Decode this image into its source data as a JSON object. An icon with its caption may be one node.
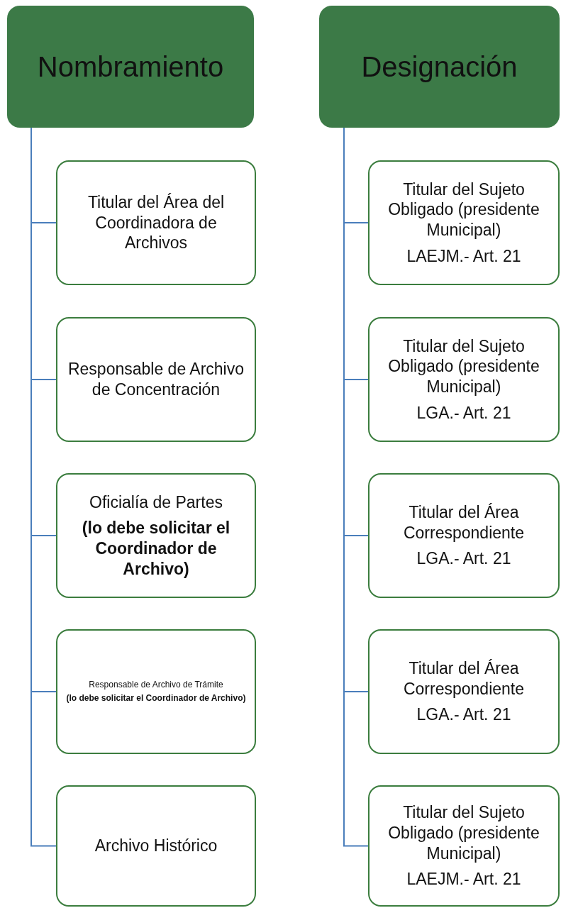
{
  "diagram": {
    "nodes": [
      {
        "text": [
          "Nombramiento"
        ]
      },
      {
        "text": [
          "Titular del Área del Coordinadora de Archivos"
        ]
      },
      {
        "text": [
          "Responsable de Archivo de Concentración"
        ]
      },
      {
        "text": [
          "Oficialía de Partes",
          "(lo debe solicitar el Coordinador de Archivo)"
        ]
      },
      {
        "text": [
          "Responsable de Archivo de Trámite",
          "(lo debe solicitar el Coordinador de Archivo)"
        ]
      },
      {
        "text": [
          "Archivo Histórico"
        ]
      },
      {
        "text": [
          "Designación"
        ]
      },
      {
        "text": [
          "Titular del Sujeto Obligado (presidente Municipal)",
          "LAEJM.- Art. 21"
        ]
      },
      {
        "text": [
          "Titular del Sujeto Obligado (presidente Municipal)",
          "LGA.- Art. 21"
        ]
      },
      {
        "text": [
          "Titular del Área Correspondiente",
          "LGA.- Art. 21"
        ]
      },
      {
        "text": [
          "Titular del Área Correspondiente",
          "LGA.- Art. 21"
        ]
      },
      {
        "text": [
          "Titular del Sujeto Obligado (presidente Municipal)",
          "LAEJM.- Art. 21"
        ]
      }
    ],
    "edges": [
      {
        "from": 0,
        "to": 1,
        "arrow": "none"
      },
      {
        "from": 0,
        "to": 2,
        "arrow": "none"
      },
      {
        "from": 0,
        "to": 3,
        "arrow": "none"
      },
      {
        "from": 0,
        "to": 4,
        "arrow": "none"
      },
      {
        "from": 0,
        "to": 5,
        "arrow": "none"
      },
      {
        "from": 6,
        "to": 7,
        "arrow": "none"
      },
      {
        "from": 6,
        "to": 8,
        "arrow": "none"
      },
      {
        "from": 6,
        "to": 9,
        "arrow": "none"
      },
      {
        "from": 6,
        "to": 10,
        "arrow": "none"
      },
      {
        "from": 6,
        "to": 11,
        "arrow": "none"
      }
    ]
  }
}
